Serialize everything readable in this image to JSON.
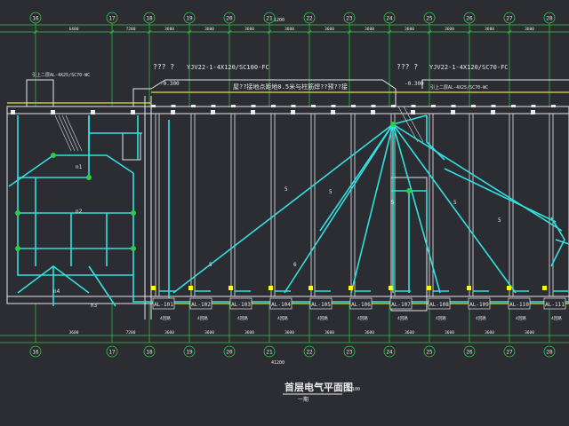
{
  "drawing": {
    "title": "首层电气平面图",
    "scale": "1:100",
    "subtitle": "一期"
  },
  "axes": {
    "top": [
      "16",
      "17",
      "18",
      "19",
      "20",
      "21",
      "22",
      "23",
      "24",
      "25",
      "26",
      "27",
      "28"
    ],
    "bottom": [
      "16",
      "17",
      "18",
      "19",
      "20",
      "21",
      "22",
      "23",
      "24",
      "25",
      "26",
      "27",
      "28"
    ]
  },
  "dimensions": {
    "top": [
      "6400",
      "7200",
      "3600",
      "3600",
      "3600",
      "3600",
      "3600",
      "3600",
      "3600",
      "3600",
      "3600",
      "3600"
    ],
    "top_total": "41200",
    "bottom": [
      "3600",
      "7200",
      "3600",
      "3600",
      "3600",
      "3600",
      "3600",
      "3600",
      "3600",
      "3600",
      "3600",
      "3600"
    ],
    "bottom_total": "41200"
  },
  "annotations": {
    "cable_left": "YJV22-1-4X120/SC100-FC",
    "cable_left_prefix": "??? ?",
    "cable_right": "YJV22-1-4X120/SC70-FC",
    "cable_right_prefix": "??? ?",
    "level_left": "-0.300",
    "level_right": "-0.300",
    "note_left": "引上二层AL-4X25/SC70-WC",
    "note_right": "引上二层AL-4X25/SC70-WC",
    "roof_note": "屋??接地点距地0.5米与柱筋焊??预??接",
    "circuit_labels": [
      "5",
      "5",
      "5",
      "5",
      "5",
      "5",
      "6",
      "n1",
      "n2",
      "n3",
      "n4"
    ]
  },
  "panels": [
    {
      "id": "AL-101",
      "label": "4回路"
    },
    {
      "id": "AL-102",
      "label": "4回路"
    },
    {
      "id": "AL-103",
      "label": "4回路"
    },
    {
      "id": "AL-104",
      "label": "4回路"
    },
    {
      "id": "AL-105",
      "label": "4回路"
    },
    {
      "id": "AL-106",
      "label": "4回路"
    },
    {
      "id": "AL-107",
      "label": "4回路"
    },
    {
      "id": "AL-108",
      "label": "4回路"
    },
    {
      "id": "AL-109",
      "label": "4回路"
    },
    {
      "id": "AL-110",
      "label": "4回路"
    },
    {
      "id": "AL-111",
      "label": "4回路"
    }
  ],
  "colors": {
    "background": "#2b2d33",
    "axis_green": "#2ecc40",
    "wire_cyan": "#33e0e0",
    "wall_white": "#e8e8e8",
    "dim_yellow": "#e0e040",
    "marker_yellow": "#ffff00"
  }
}
